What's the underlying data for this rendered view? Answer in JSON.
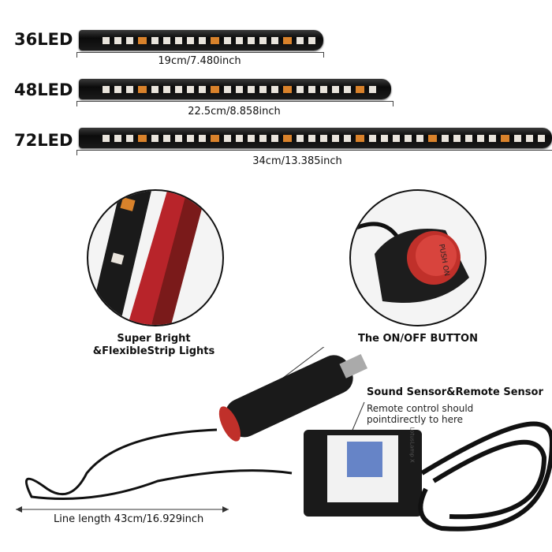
{
  "strips": [
    {
      "label": "36LED",
      "dimension": "19cm/7.480inch"
    },
    {
      "label": "48LED",
      "dimension": "22.5cm/8.858inch"
    },
    {
      "label": "72LED",
      "dimension": "34cm/13.385inch"
    }
  ],
  "callouts": {
    "strip_caption": "Super Bright &FlexibleStrip Lights",
    "button_caption": "The ON/OFF BUTTON",
    "button_text": "PUSH ON",
    "sensor_title": "Sound Sensor&Remote Sensor",
    "sensor_note": "Remote control should pointdirectly to here",
    "controller_brand": "LotusLamp X",
    "line_length": "Line length 43cm/16.929inch"
  },
  "colors": {
    "strip": "#111111",
    "button": "#c0302a",
    "chip": "#e9e4dc"
  }
}
